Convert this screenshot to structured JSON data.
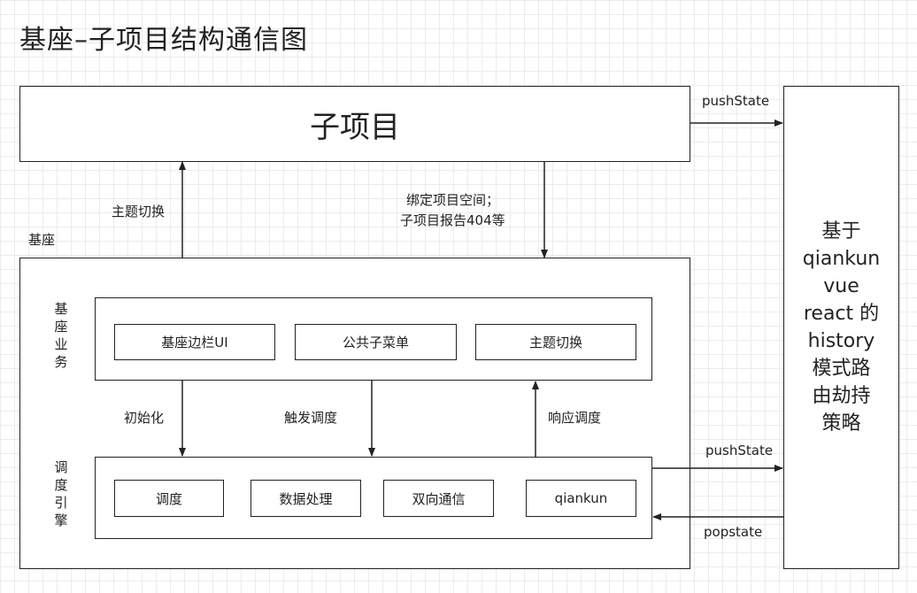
{
  "title": "基座–子项目结构通信图",
  "subproject": {
    "label": "子项目"
  },
  "base": {
    "label": "基座",
    "business": {
      "side_label": "基座业务",
      "items": [
        "基座边栏UI",
        "公共子菜单",
        "主题切换"
      ]
    },
    "engine": {
      "side_label": "调度引擎",
      "items": [
        "调度",
        "数据处理",
        "双向通信",
        "qiankun"
      ]
    }
  },
  "edge_labels": {
    "theme_switch_up": "主题切换",
    "bind_line1": "绑定项目空间；",
    "bind_line2": "子项目报告404等",
    "init": "初始化",
    "trigger": "触发调度",
    "respond": "响应调度",
    "pushstate_top": "pushState",
    "pushstate_bottom": "pushState",
    "popstate": "popstate"
  },
  "router_box": {
    "text": "基于\nqiankun\nvue\nreact 的\nhistory\n模式路\n由劫持\n策略"
  }
}
